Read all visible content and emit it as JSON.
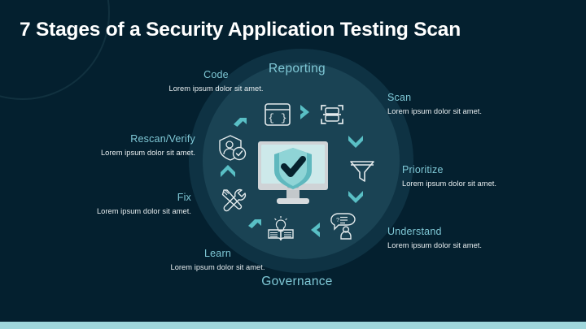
{
  "slide": {
    "title": "7 Stages of a Security Application Testing Scan",
    "background_color": "#04202F",
    "accent_color": "#7FC8D6",
    "ring_outer_color": "#0E3243",
    "ring_inner_color": "#1A4354",
    "bottom_bar_color": "#9FD7DC"
  },
  "poles": {
    "top": "Reporting",
    "bottom": "Governance"
  },
  "center": {
    "icon": "monitor-shield-check-icon"
  },
  "stages": [
    {
      "id": "code",
      "title": "Code",
      "desc": "Lorem ipsum dolor sit amet.",
      "icon": "code-window-icon"
    },
    {
      "id": "scan",
      "title": "Scan",
      "desc": "Lorem ipsum dolor sit amet.",
      "icon": "scan-frame-icon"
    },
    {
      "id": "prioritize",
      "title": "Prioritize",
      "desc": "Lorem ipsum dolor sit amet.",
      "icon": "funnel-icon"
    },
    {
      "id": "understand",
      "title": "Understand",
      "desc": "Lorem ipsum dolor sit amet.",
      "icon": "person-question-bubble-icon"
    },
    {
      "id": "learn",
      "title": "Learn",
      "desc": "Lorem ipsum dolor sit amet.",
      "icon": "book-lightbulb-icon"
    },
    {
      "id": "fix",
      "title": "Fix",
      "desc": "Lorem ipsum dolor sit amet.",
      "icon": "wrench-screwdriver-icon"
    },
    {
      "id": "rescan_verify",
      "title": "Rescan/Verify",
      "desc": "Lorem ipsum dolor sit amet.",
      "icon": "shield-user-check-icon"
    }
  ]
}
